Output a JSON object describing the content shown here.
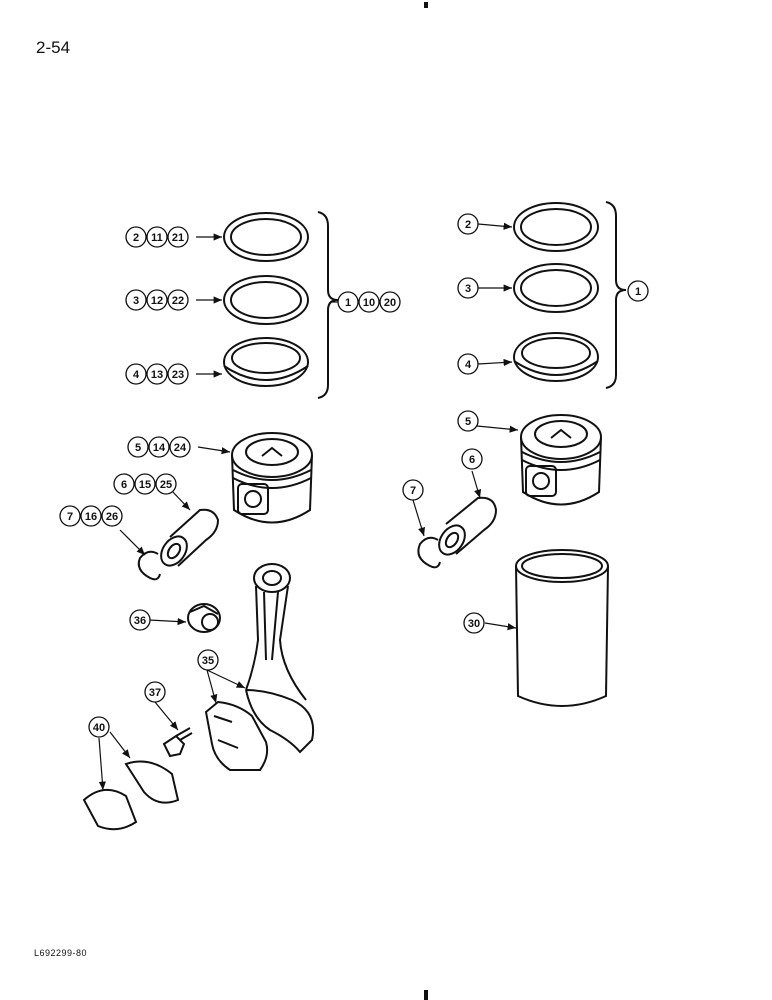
{
  "page_number": "2-54",
  "reference_code": "L692299-80",
  "callouts": {
    "ring_top_left": [
      "2",
      "11",
      "21"
    ],
    "ring_mid_left": [
      "3",
      "12",
      "22"
    ],
    "ring_bot_left": [
      "4",
      "13",
      "23"
    ],
    "ring_set_left": [
      "1",
      "10",
      "20"
    ],
    "piston_left": [
      "5",
      "14",
      "24"
    ],
    "pin_left": [
      "6",
      "15",
      "25"
    ],
    "snap_ring_left": [
      "7",
      "16",
      "26"
    ],
    "bushing": [
      "36"
    ],
    "rod_bearing_cap": [
      "35"
    ],
    "rod_bolt": [
      "37"
    ],
    "bearing_shells": [
      "40"
    ],
    "ring_top_right": [
      "2"
    ],
    "ring_mid_right": [
      "3"
    ],
    "ring_bot_right": [
      "4"
    ],
    "ring_set_right": [
      "1"
    ],
    "piston_right": [
      "5"
    ],
    "pin_right": [
      "6"
    ],
    "snap_ring_right": [
      "7"
    ],
    "cylinder_sleeve": [
      "30"
    ]
  }
}
